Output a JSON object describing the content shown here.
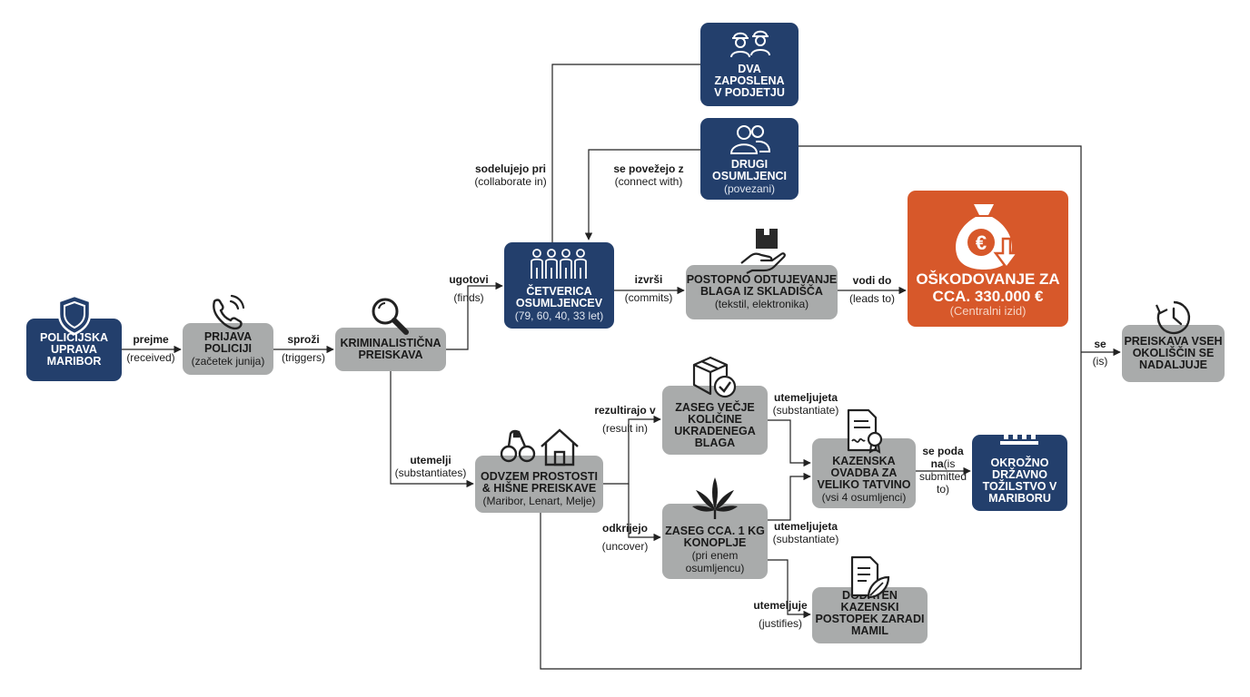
{
  "nodes": {
    "policija": {
      "title": "POLICIJSKA\nUPRAVA\nMARIBOR",
      "sub": ""
    },
    "prijava": {
      "title": "PRIJAVA\nPOLICIJI",
      "sub": "(začetek junija)"
    },
    "preiskava": {
      "title": "KRIMINALISTIČNA\nPREISKAVA",
      "sub": ""
    },
    "cetverica": {
      "title": "ČETVERICA\nOSUMLJENCEV",
      "sub": "(79, 60, 40, 33 let)"
    },
    "zaposlena": {
      "title": "DVA\nZAPOSLENA\nV PODJETJU",
      "sub": ""
    },
    "drugi": {
      "title": "DRUGI\nOSUMLJENCI",
      "sub": "(povezani)"
    },
    "odtujevanje": {
      "title": "POSTOPNO ODTUJEVANJE\nBLAGA IZ SKLADIŠČA",
      "sub": "(tekstil, elektronika)"
    },
    "skoda": {
      "title": "OŠKODOVANJE ZA\nCCA. 330.000 €",
      "sub": "(Centralni izid)"
    },
    "nadaljuje": {
      "title": "PREISKAVA VSEH\nOKOLIŠČIN SE\nNADALJUJE",
      "sub": ""
    },
    "odvzem": {
      "title": "ODVZEM PROSTOSTI\n& HIŠNE PREISKAVE",
      "sub": "(Maribor, Lenart, Melje)"
    },
    "zaseg_blaga": {
      "title": "ZASEG VEČJE\nKOLIČINE\nUKRADENEGA\nBLAGA",
      "sub": ""
    },
    "zaseg_konoplje": {
      "title": "ZASEG CCA. 1 KG\nKONOPLJE",
      "sub": "(pri enem\nosumljencu)"
    },
    "ovadba": {
      "title": "KAZENSKA\nOVADBA ZA\nVELIKO TATVINO",
      "sub": "(vsi 4 osumljenci)"
    },
    "tozilstvo": {
      "title": "OKROŽNO\nDRŽAVNO\nTOŽILSTVO V\nMARIBORU",
      "sub": ""
    },
    "mamila": {
      "title": "DODATEN KAZENSKI\nPOSTOPEK ZARADI\nMAMIL",
      "sub": ""
    }
  },
  "edges": {
    "prejme": {
      "main": "prejme",
      "en": "(received)"
    },
    "sprozi": {
      "main": "sproži",
      "en": "(triggers)"
    },
    "ugotovi": {
      "main": "ugotovi",
      "en": "(finds)"
    },
    "sodelujejo": {
      "main": "sodelujejo pri",
      "en": "(collaborate in)"
    },
    "povezejo": {
      "main": "se povežejo z",
      "en": "(connect with)"
    },
    "izvrsi": {
      "main": "izvrši",
      "en": "(commits)"
    },
    "vodi": {
      "main": "vodi do",
      "en": "(leads to)"
    },
    "se": {
      "main": "se",
      "en": "(is)"
    },
    "utemelji": {
      "main": "utemelji",
      "en": "(substantiates)"
    },
    "rezultirajo": {
      "main": "rezultirajo v",
      "en": "(result in)"
    },
    "odkrijejo": {
      "main": "odkrijejo",
      "en": "(uncover)"
    },
    "utemeljujeta1": {
      "main": "utemeljujeta",
      "en": "(substantiate)"
    },
    "utemeljujeta2": {
      "main": "utemeljujeta",
      "en": "(substantiate)"
    },
    "poda": {
      "main": "se poda\nna",
      "en": "(is\nsubmitted\nto)"
    },
    "utemeljuje": {
      "main": "utemeljuje",
      "en": "(justifies)"
    }
  },
  "colors": {
    "navy": "#233f6c",
    "gray": "#a9abab",
    "orange": "#d7582a",
    "line": "#222222"
  },
  "icons": [
    "shield-icon",
    "phone-icon",
    "magnifier-icon",
    "group-of-four-icon",
    "workers-icon",
    "people-icon",
    "hand-box-icon",
    "money-bag-icon",
    "clock-icon",
    "handcuffs-house-icon",
    "box-check-icon",
    "cannabis-leaf-icon",
    "document-seal-icon",
    "courthouse-icon",
    "document-leaf-icon"
  ]
}
